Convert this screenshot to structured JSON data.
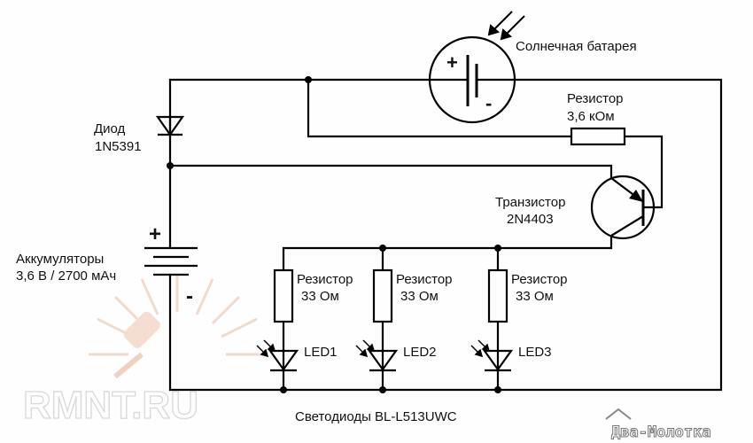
{
  "labels": {
    "solar": "Солнечная батарея",
    "resistor_base_name": "Резистор",
    "resistor_base_value": "3,6 кОм",
    "diode_name": "Диод",
    "diode_model": "1N5391",
    "transistor_name": "Транзистор",
    "transistor_model": "2N4403",
    "battery_name": "Аккумуляторы",
    "battery_spec": "3,6 В / 2700 мАч",
    "plus": "+",
    "minus": "-",
    "leds_caption": "Светодиоды BL-L513UWC"
  },
  "branches": [
    {
      "resistor_name": "Резистор",
      "resistor_value": "33 Ом",
      "led": "LED1"
    },
    {
      "resistor_name": "Резистор",
      "resistor_value": "33 Ом",
      "led": "LED2"
    },
    {
      "resistor_name": "Резистор",
      "resistor_value": "33 Ом",
      "led": "LED3"
    }
  ],
  "watermarks": {
    "left": "RMNT.RU",
    "right": "Два-Молотка"
  }
}
